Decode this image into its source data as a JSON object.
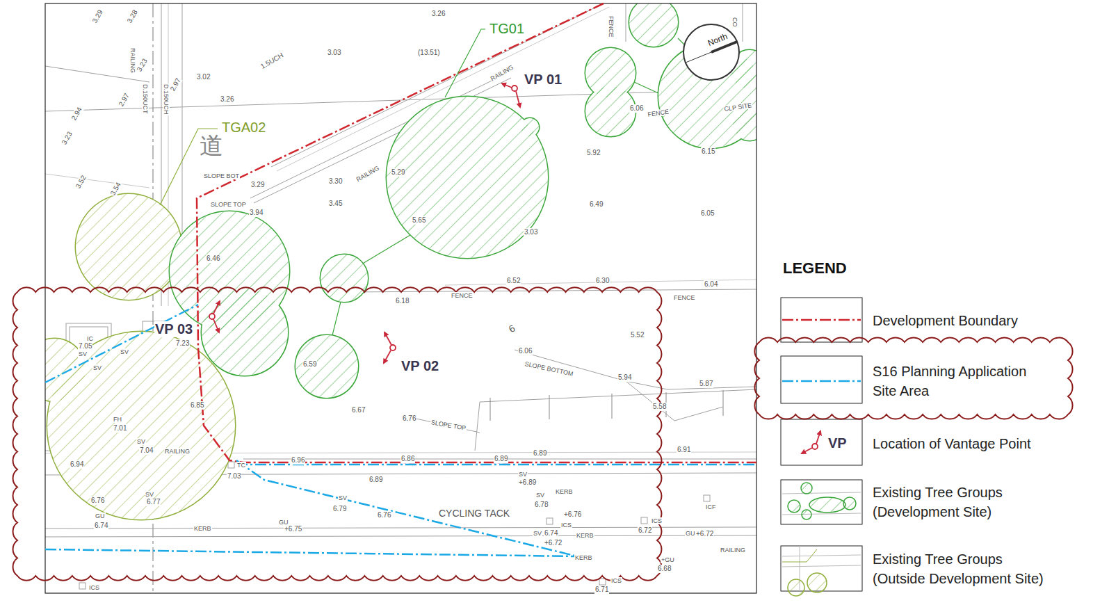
{
  "diagram": {
    "nodes": [
      {
        "text": [
          "North"
        ]
      }
    ],
    "labels": [
      "3.29",
      "3.28",
      "RAILING",
      "D.150UCT",
      "D.150UCH",
      "3.26",
      "3.03",
      "(13.51)",
      "1.5UCH",
      "3.02",
      "3.26",
      "3.23",
      "2.97",
      "2.97",
      "2.94",
      "3.23",
      "3.52",
      "3.54",
      "SLOPE BOT",
      "3.29",
      "SLOPE TOP",
      "3.94",
      "3.30",
      "3.45",
      "RAILING",
      "RAILING",
      "5.29",
      "5.65",
      "3.03",
      "6.46",
      "FENCE",
      "6.06",
      "FENCE",
      "CLP SITE",
      "5.92",
      "6.15",
      "6.49",
      "6.05",
      "6.52",
      "6.30",
      "6.04",
      "FENCE",
      "FENCE",
      "6.18",
      "6",
      "6.06",
      "SLOPE BOTTOM",
      "5.52",
      "5.94",
      "5.87",
      "5.58",
      "6.59",
      "6.67",
      "6.76",
      "SLOPE TOP",
      "6.89",
      "6.91",
      "IC",
      "7.05",
      "SV",
      "SV",
      "SV",
      "7.23",
      "6.85",
      "FH",
      "7.01",
      "SV",
      "7.04",
      "RAILING",
      "6.94",
      "TC",
      "7.03",
      "6.96",
      "6.86",
      "6.89",
      "6.89",
      "SV",
      "+6.89",
      "SV",
      "6.77",
      "6.76",
      "SV",
      "6.79",
      "6.76",
      "CYCLING TACK",
      "KERB",
      "SV",
      "6.78",
      "+6.76",
      "GU",
      "6.74",
      "KERB",
      "GU",
      "+6.75",
      "ICS",
      "SV",
      "6.74",
      "+6.72",
      "KERB",
      "ICS",
      "6.72",
      "ICF",
      "GU",
      "+6.72",
      "RAILING",
      "KERB",
      "+GU",
      "6.68",
      "ICS",
      "6.71",
      "ICS",
      "CO",
      "道",
      "TG01",
      "TGA02",
      "VP 01",
      "VP 02",
      "VP 03",
      "LEGEND",
      "VP"
    ],
    "legend": [
      {
        "text": "Development Boundary"
      },
      {
        "text": "S16 Planning Application Site Area"
      },
      {
        "text": "Location of Vantage Point"
      },
      {
        "text": "Existing Tree Groups (Development Site)"
      },
      {
        "text": "Existing Tree Groups (Outside Development Site)"
      }
    ]
  }
}
